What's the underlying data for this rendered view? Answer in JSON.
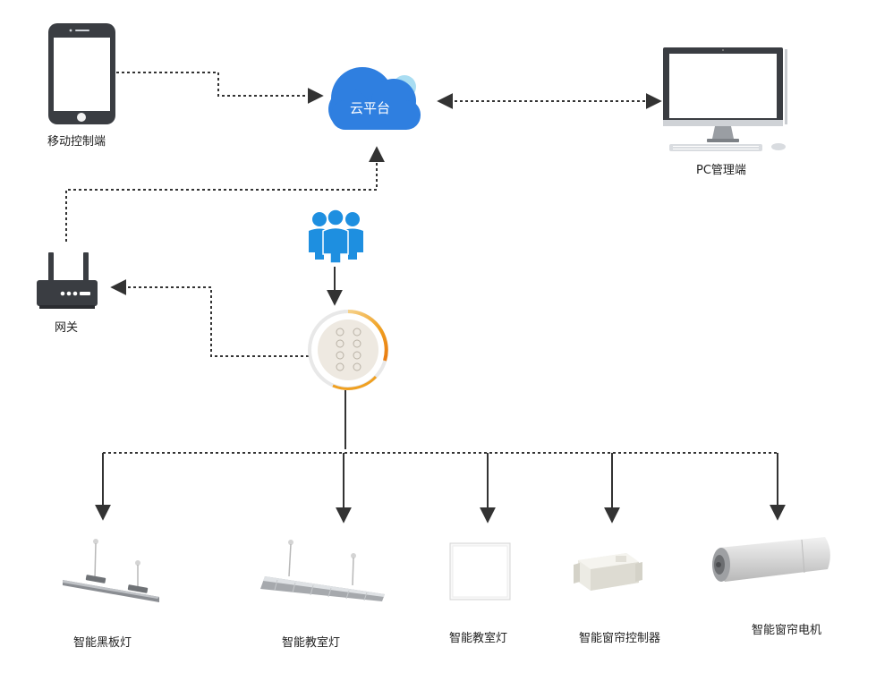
{
  "nodes": {
    "cloud": {
      "label": "云平台"
    },
    "mobile": {
      "label": "移动控制端"
    },
    "pc": {
      "label": "PC管理端"
    },
    "gateway": {
      "label": "网关"
    },
    "blackboard_light": {
      "label": "智能黑板灯"
    },
    "classroom_light_linear": {
      "label": "智能教室灯"
    },
    "classroom_light_panel": {
      "label": "智能教室灯"
    },
    "curtain_controller": {
      "label": "智能窗帘控制器"
    },
    "curtain_motor": {
      "label": "智能窗帘电机"
    }
  },
  "colors": {
    "cloud": "#2f7fe0",
    "cloud_accent": "#a9ddf2",
    "users": "#1e8fe0",
    "device_dark": "#3a3d42",
    "ring_orange": "#f0a020",
    "line": "#333333"
  },
  "icons": {
    "mobile": "smartphone-icon",
    "pc": "desktop-computer-icon",
    "gateway": "router-icon",
    "users": "users-group-icon",
    "panel": "control-panel-icon"
  }
}
